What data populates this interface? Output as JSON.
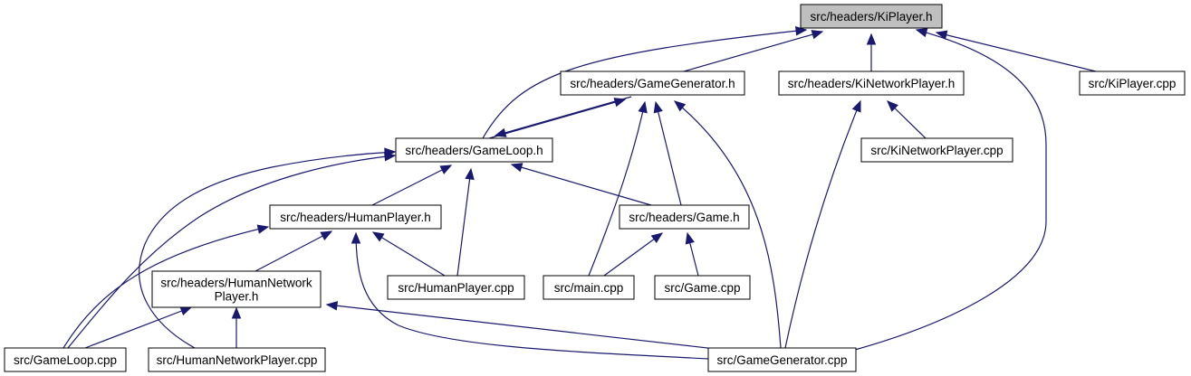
{
  "diagram": {
    "nodes": {
      "kiplayer_h": [
        "src/headers/KiPlayer.h"
      ],
      "gamegenerator_h": [
        "src/headers/GameGenerator.h"
      ],
      "kinetworkplayer_h": [
        "src/headers/KiNetworkPlayer.h"
      ],
      "kiplayer_cpp": [
        "src/KiPlayer.cpp"
      ],
      "gameloop_h": [
        "src/headers/GameLoop.h"
      ],
      "kinetworkplayer_cpp": [
        "src/KiNetworkPlayer.cpp"
      ],
      "humanplayer_h": [
        "src/headers/HumanPlayer.h"
      ],
      "game_h": [
        "src/headers/Game.h"
      ],
      "humannetworkplayer_h": [
        "src/headers/HumanNetwork",
        "Player.h"
      ],
      "humanplayer_cpp": [
        "src/HumanPlayer.cpp"
      ],
      "main_cpp": [
        "src/main.cpp"
      ],
      "game_cpp": [
        "src/Game.cpp"
      ],
      "gameloop_cpp": [
        "src/GameLoop.cpp"
      ],
      "humannetworkplayer_cpp": [
        "src/HumanNetworkPlayer.cpp"
      ],
      "gamegenerator_cpp": [
        "src/GameGenerator.cpp"
      ]
    },
    "edges": [
      {
        "from": "gamegenerator_h",
        "to": "kiplayer_h"
      },
      {
        "from": "kinetworkplayer_h",
        "to": "kiplayer_h"
      },
      {
        "from": "kiplayer_cpp",
        "to": "kiplayer_h"
      },
      {
        "from": "gameloop_h",
        "to": "kiplayer_h"
      },
      {
        "from": "gamegenerator_cpp",
        "to": "kiplayer_h"
      },
      {
        "from": "gameloop_h",
        "to": "gamegenerator_h"
      },
      {
        "from": "gamegenerator_h",
        "to": "gameloop_h"
      },
      {
        "from": "main_cpp",
        "to": "gamegenerator_h"
      },
      {
        "from": "game_h",
        "to": "gamegenerator_h"
      },
      {
        "from": "gamegenerator_cpp",
        "to": "gamegenerator_h"
      },
      {
        "from": "kinetworkplayer_cpp",
        "to": "kinetworkplayer_h"
      },
      {
        "from": "gamegenerator_cpp",
        "to": "kinetworkplayer_h"
      },
      {
        "from": "humanplayer_h",
        "to": "gameloop_h"
      },
      {
        "from": "humanplayer_cpp",
        "to": "gameloop_h"
      },
      {
        "from": "game_h",
        "to": "gameloop_h"
      },
      {
        "from": "gameloop_cpp",
        "to": "gameloop_h"
      },
      {
        "from": "humannetworkplayer_cpp",
        "to": "gameloop_h"
      },
      {
        "from": "humannetworkplayer_h",
        "to": "humanplayer_h"
      },
      {
        "from": "humanplayer_cpp",
        "to": "humanplayer_h"
      },
      {
        "from": "gameloop_cpp",
        "to": "humanplayer_h"
      },
      {
        "from": "gamegenerator_cpp",
        "to": "humanplayer_h"
      },
      {
        "from": "main_cpp",
        "to": "game_h"
      },
      {
        "from": "game_cpp",
        "to": "game_h"
      },
      {
        "from": "gameloop_cpp",
        "to": "humannetworkplayer_h"
      },
      {
        "from": "humannetworkplayer_cpp",
        "to": "humannetworkplayer_h"
      },
      {
        "from": "gamegenerator_cpp",
        "to": "humannetworkplayer_h"
      }
    ],
    "colors": {
      "edge": "#191970",
      "highlighted_node_fill": "#bfbfbf",
      "node_fill": "#ffffff",
      "node_border": "#000000"
    }
  }
}
